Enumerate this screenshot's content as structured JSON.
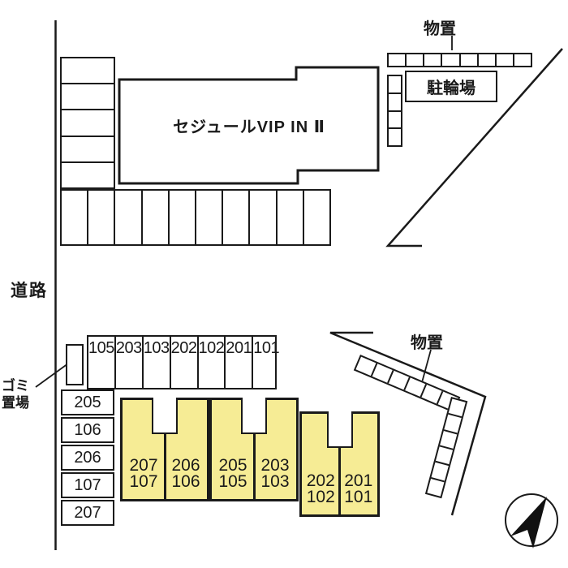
{
  "site": {
    "building_name": "セジュールVIP IN Ⅱ",
    "road_label": "道路",
    "bicycle_parking_label": "駐輪場",
    "storage_label_top": "物置",
    "storage_label_bottom": "物置",
    "garbage_label_line1": "ゴミ",
    "garbage_label_line2": "置場"
  },
  "parking": {
    "middle_row": [
      "105",
      "203",
      "103",
      "202",
      "102",
      "201",
      "101"
    ],
    "left_column": [
      "205",
      "106",
      "206",
      "107",
      "207"
    ]
  },
  "highlighted_blocks": [
    {
      "cells": [
        {
          "upper": "207",
          "lower": "107"
        },
        {
          "upper": "206",
          "lower": "106"
        }
      ]
    },
    {
      "cells": [
        {
          "upper": "205",
          "lower": "105"
        },
        {
          "upper": "203",
          "lower": "103"
        }
      ]
    },
    {
      "cells": [
        {
          "upper": "202",
          "lower": "102"
        },
        {
          "upper": "201",
          "lower": "101"
        }
      ]
    }
  ],
  "icons": {
    "compass": "north-east-compass-arrow"
  },
  "colors": {
    "highlight": "#F6EC95",
    "line": "#1A1A1A"
  }
}
